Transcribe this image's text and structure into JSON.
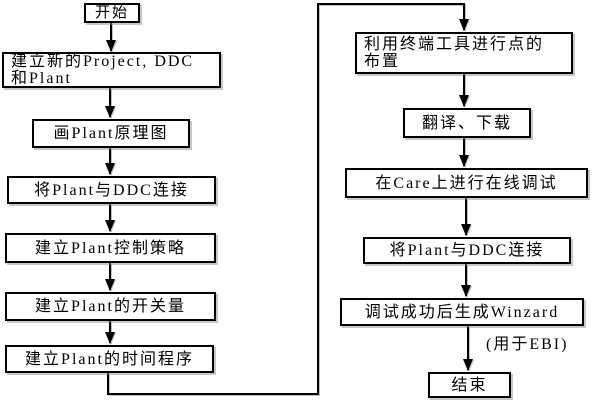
{
  "colors": {
    "line": "#000000",
    "border": "#000000",
    "background": "#ffffff",
    "text": "#000000"
  },
  "nodes": {
    "start": {
      "label": "开始"
    },
    "create_project": {
      "lines": [
        "建立新的Project, DDC",
        "和Plant"
      ]
    },
    "draw_plant": {
      "label": "画Plant原理图"
    },
    "connect_plant_ddc_left": {
      "label": "将Plant与DDC连接"
    },
    "control_strategy": {
      "label": "建立Plant控制策略"
    },
    "switch_values": {
      "label": "建立Plant的开关量"
    },
    "time_program": {
      "label": "建立Plant的时间程序"
    },
    "terminal_points": {
      "lines": [
        "利用终端工具进行点的",
        "布置"
      ]
    },
    "translate_download": {
      "label": "翻译、下载"
    },
    "care_online_debug": {
      "label": "在Care上进行在线调试"
    },
    "connect_plant_ddc_right": {
      "label": "将Plant与DDC连接"
    },
    "generate_winzard": {
      "label": "调试成功后生成Winzard"
    },
    "winzard_note": {
      "label": "(用于EBI)"
    },
    "end": {
      "label": "结束"
    }
  }
}
